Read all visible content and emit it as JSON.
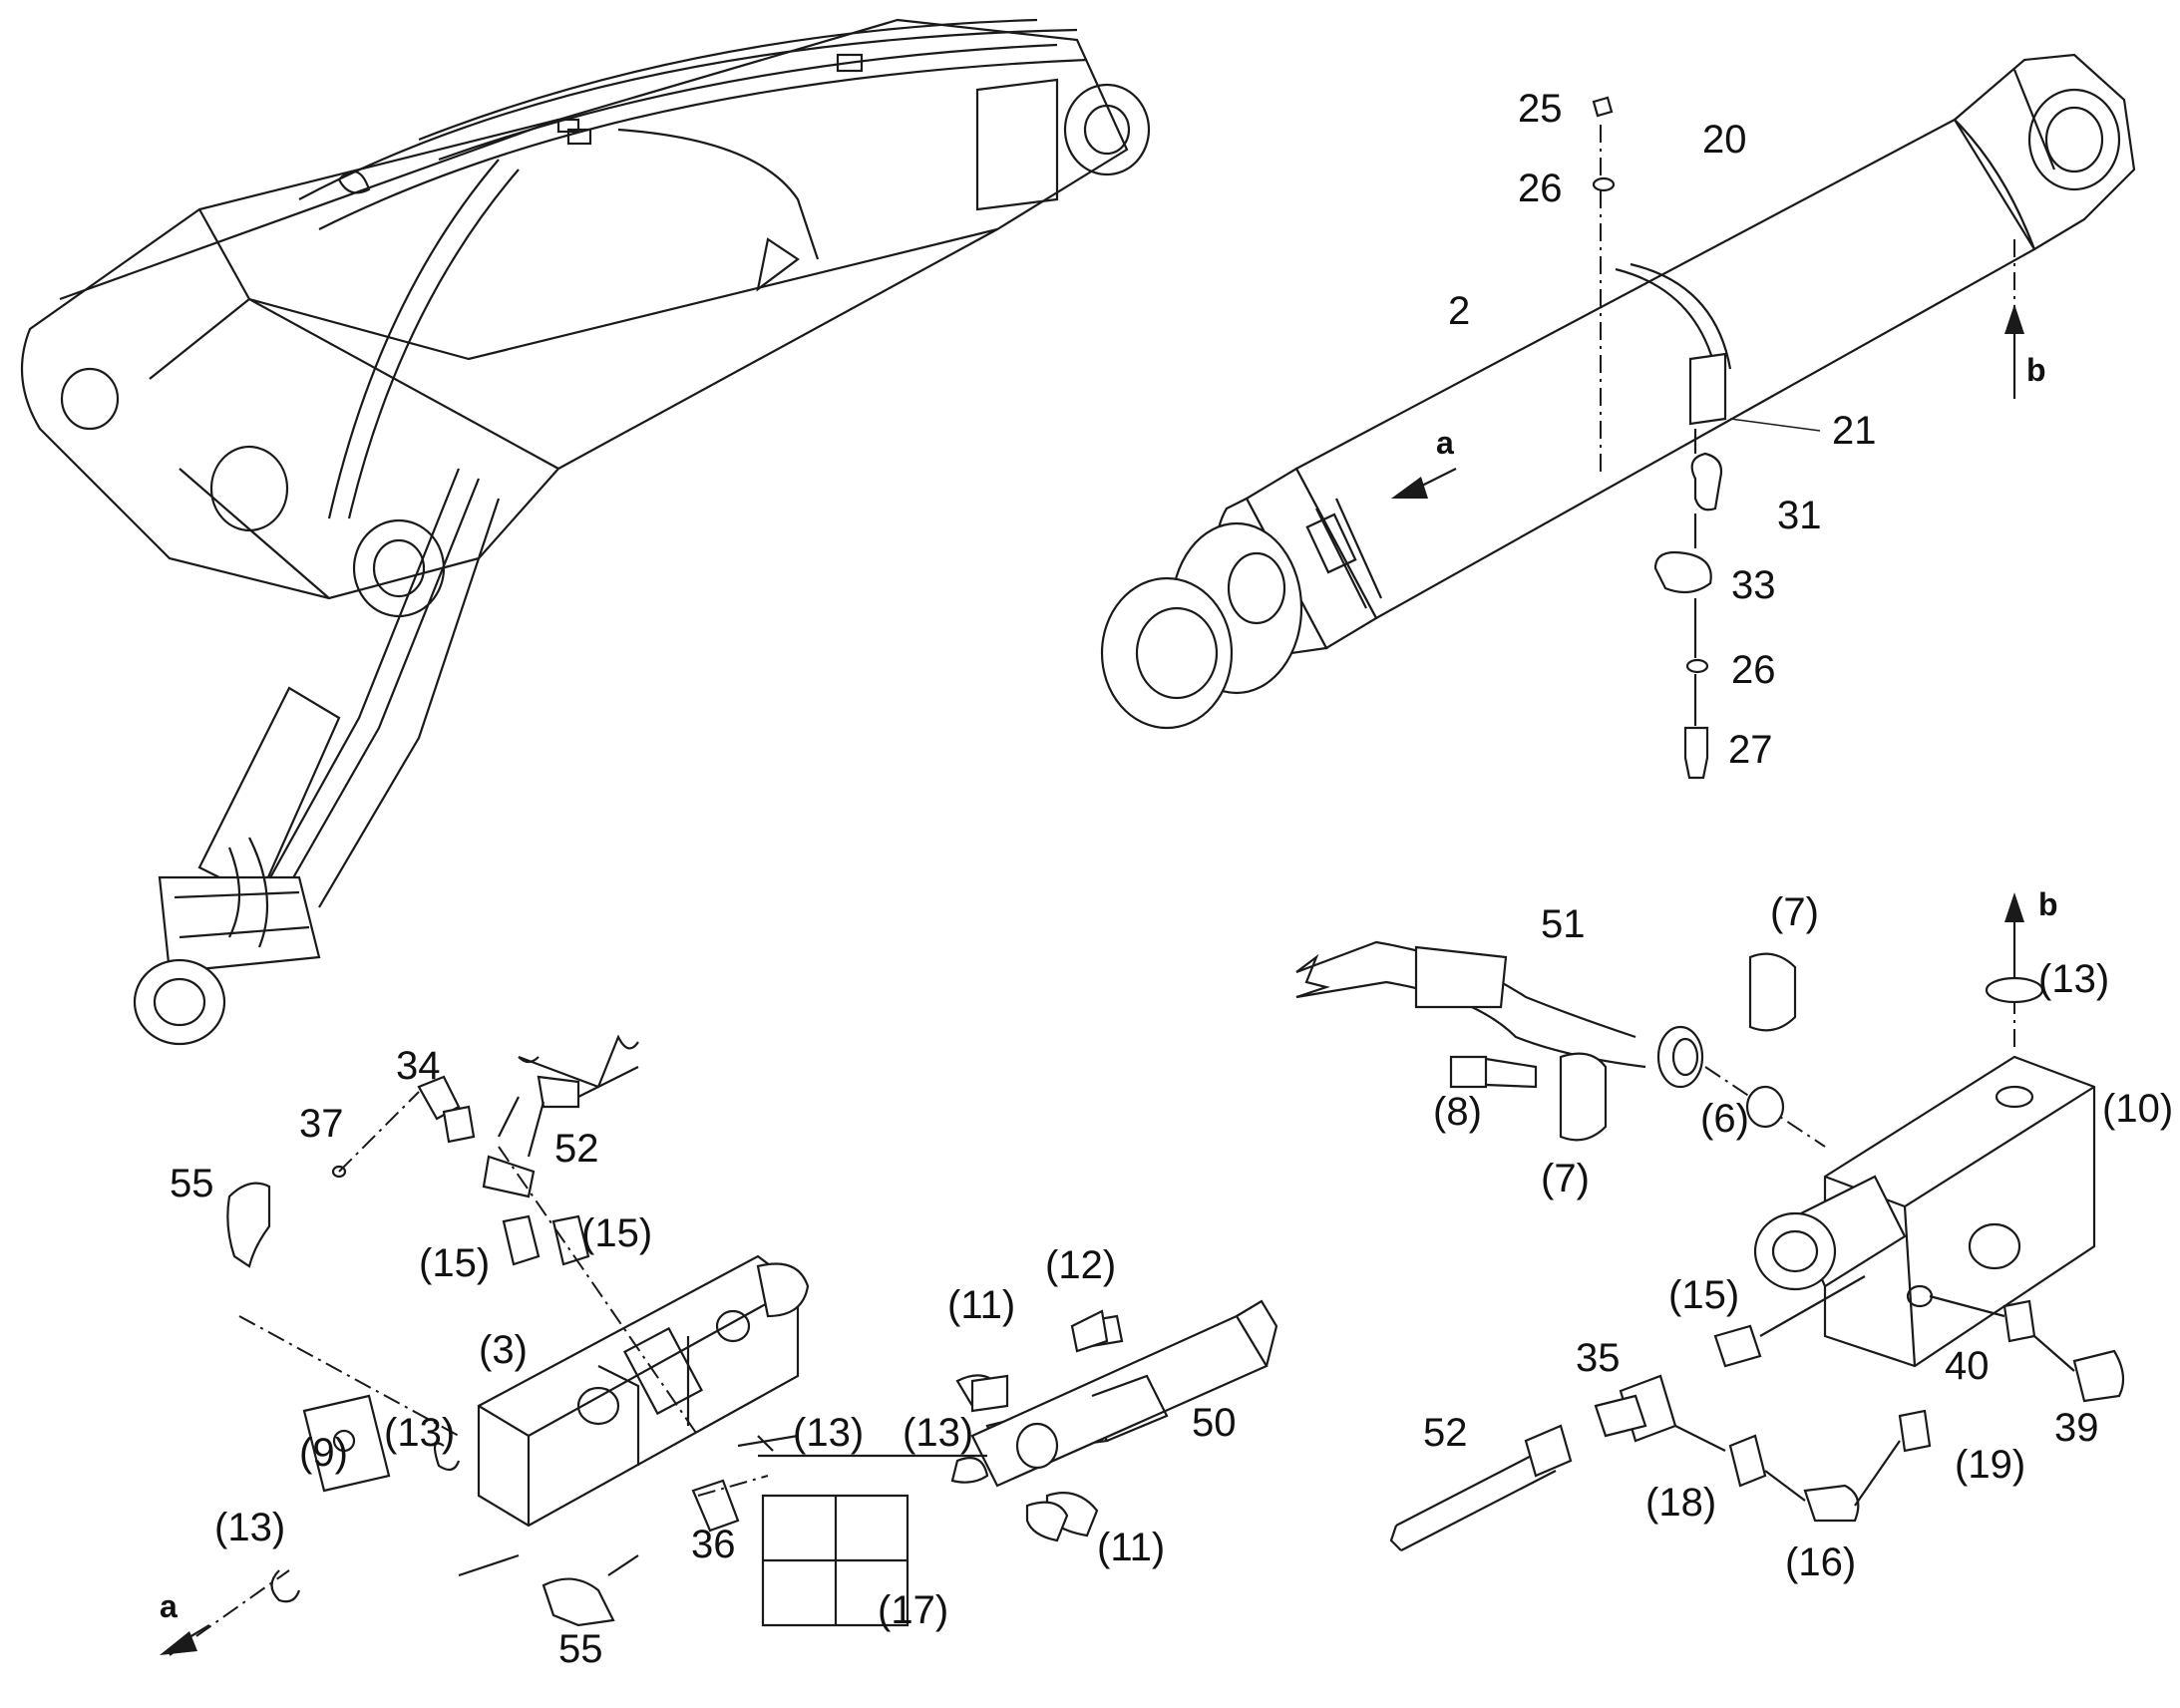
{
  "diagram": {
    "arrows": {
      "a": "a",
      "b": "b"
    },
    "labels": {
      "l2": "2",
      "l20": "20",
      "l21": "21",
      "l25": "25",
      "l26a": "26",
      "l26b": "26",
      "l27": "27",
      "l31": "31",
      "l33": "33",
      "l51": "51",
      "l7a": "(7)",
      "l7b": "(7)",
      "l8": "(8)",
      "l6": "(6)",
      "l13r": "(13)",
      "l10": "(10)",
      "l15r": "(15)",
      "l35": "35",
      "l40": "40",
      "l39": "39",
      "l52r": "52",
      "l18": "(18)",
      "l19": "(19)",
      "l16": "(16)",
      "l34": "34",
      "l37": "37",
      "l55a": "55",
      "l52l": "52",
      "l15a": "(15)",
      "l15b": "(15)",
      "l3": "(3)",
      "l9": "(9)",
      "l13a": "(13)",
      "l13b": "(13)",
      "l13c": "(13)",
      "l13d": "(13)",
      "l36": "36",
      "l55b": "55",
      "l17": "(17)",
      "l11a": "(11)",
      "l12": "(12)",
      "l50": "50",
      "l11b": "(11)"
    },
    "colors": {
      "line": "#1a1a1a",
      "background": "#ffffff"
    }
  }
}
